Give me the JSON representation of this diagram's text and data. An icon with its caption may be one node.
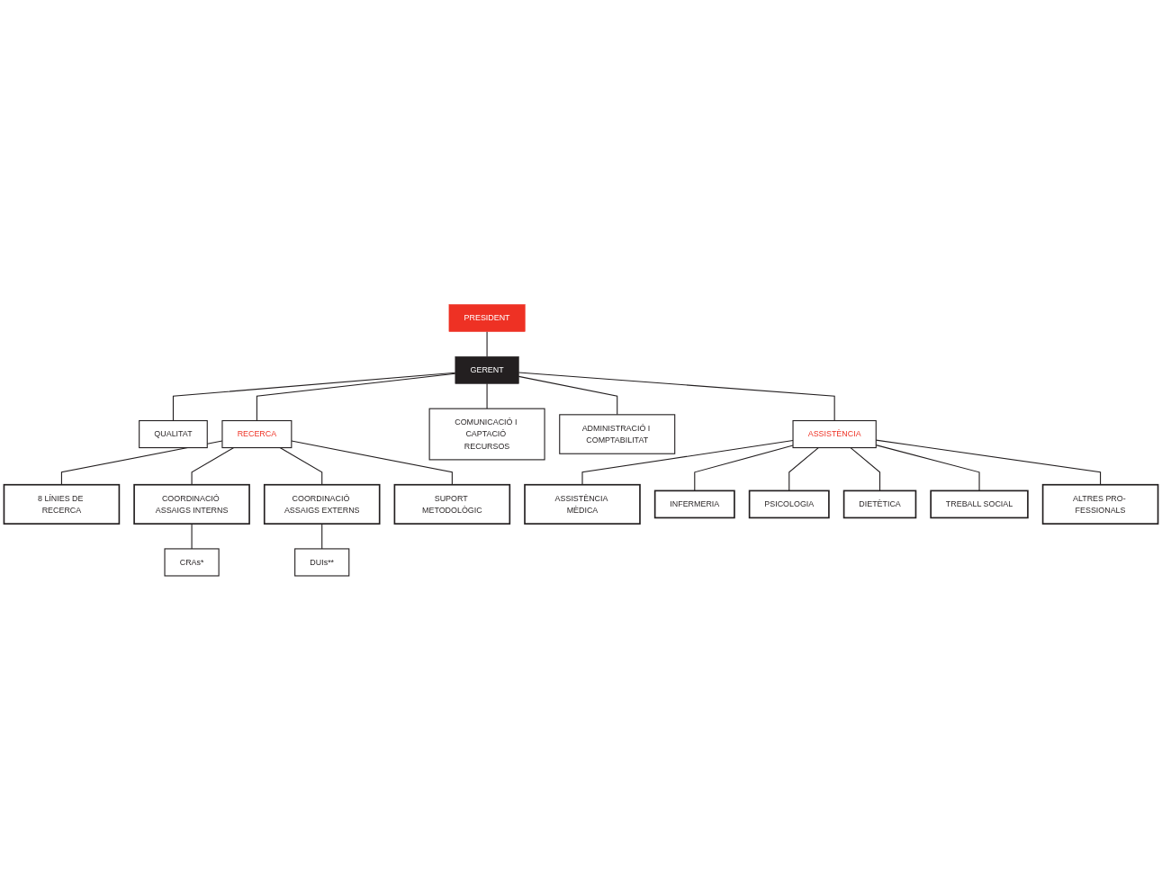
{
  "diagram": {
    "nodes": [
      {
        "text": [
          "PRESIDENT"
        ]
      },
      {
        "text": [
          "GERENT"
        ]
      },
      {
        "text": [
          "QUALITAT"
        ]
      },
      {
        "text": [
          "COMUNICACIÓ I CAPTACIÓ RECURSOS"
        ]
      },
      {
        "text": [
          "ADMINISTRACIÓ I COMPTABILITAT"
        ]
      },
      {
        "text": [
          "RECERCA"
        ]
      },
      {
        "text": [
          "8 LÍNIES DE RECERCA"
        ]
      },
      {
        "text": [
          "COORDINACIÓ ASSAIGS INTERNS"
        ]
      },
      {
        "text": [
          "COORDINACIÓ ASSAIGS EXTERNS"
        ]
      },
      {
        "text": [
          "SUPORT METODOLÒGIC"
        ]
      },
      {
        "text": [
          "CRAs*"
        ]
      },
      {
        "text": [
          "DUIs**"
        ]
      },
      {
        "text": [
          "ASSISTÈNCIA"
        ]
      },
      {
        "text": [
          "ASSISTÈNCIA MÈDICA"
        ]
      },
      {
        "text": [
          "INFERMERIA"
        ]
      },
      {
        "text": [
          "PSICOLOGIA"
        ]
      },
      {
        "text": [
          "DIETÈTICA"
        ]
      },
      {
        "text": [
          "TREBALL SOCIAL"
        ]
      },
      {
        "text": [
          "ALTRES PRO- FESSIONALS"
        ]
      }
    ],
    "edges": [
      {
        "from": 0,
        "to": 1,
        "arrow": "none"
      },
      {
        "from": 1,
        "to": 2,
        "arrow": "none"
      },
      {
        "from": 1,
        "to": 3,
        "arrow": "none"
      },
      {
        "from": 1,
        "to": 4,
        "arrow": "none"
      },
      {
        "from": 1,
        "to": 5,
        "arrow": "none"
      },
      {
        "from": 1,
        "to": 12,
        "arrow": "none"
      },
      {
        "from": 5,
        "to": 6,
        "arrow": "none"
      },
      {
        "from": 5,
        "to": 7,
        "arrow": "none"
      },
      {
        "from": 5,
        "to": 8,
        "arrow": "none"
      },
      {
        "from": 5,
        "to": 9,
        "arrow": "none"
      },
      {
        "from": 7,
        "to": 10,
        "arrow": "none"
      },
      {
        "from": 8,
        "to": 11,
        "arrow": "none"
      },
      {
        "from": 12,
        "to": 13,
        "arrow": "none"
      },
      {
        "from": 12,
        "to": 14,
        "arrow": "none"
      },
      {
        "from": 12,
        "to": 15,
        "arrow": "none"
      },
      {
        "from": 12,
        "to": 16,
        "arrow": "none"
      },
      {
        "from": 12,
        "to": 17,
        "arrow": "none"
      },
      {
        "from": 12,
        "to": 18,
        "arrow": "none"
      }
    ]
  }
}
